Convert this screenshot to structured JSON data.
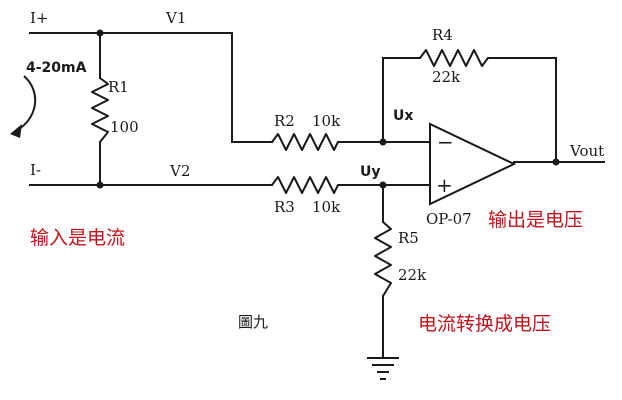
{
  "diagram": {
    "terminals": {
      "i_plus": "I+",
      "i_minus": "I-",
      "v1": "V1",
      "v2": "V2",
      "vout": "Vout"
    },
    "nodes": {
      "ux": "Ux",
      "uy": "Uy"
    },
    "current_source_label": "4-20mA",
    "components": {
      "r1": {
        "name": "R1",
        "value": "100"
      },
      "r2": {
        "name": "R2",
        "value": "10k"
      },
      "r3": {
        "name": "R3",
        "value": "10k"
      },
      "r4": {
        "name": "R4",
        "value": "22k"
      },
      "r5": {
        "name": "R5",
        "value": "22k"
      }
    },
    "opamp": {
      "name": "OP-07",
      "inv_sign": "−",
      "noninv_sign": "+"
    },
    "annotations": {
      "input_note": "输入是电流",
      "output_note": "输出是电压",
      "conversion_note": "电流转换成电压",
      "figure_label": "圖九"
    },
    "colors": {
      "wire": "#1a1a1a",
      "annotation_red": "#c0141c",
      "background": "#ffffff"
    }
  }
}
